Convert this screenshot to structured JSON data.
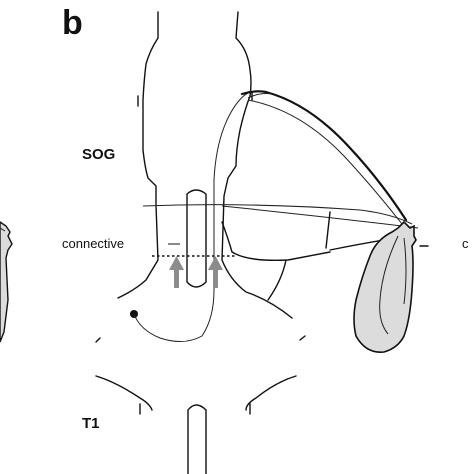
{
  "figure": {
    "panel_label": "b",
    "labels": {
      "sog": "SOG",
      "connective": "connective",
      "t1": "T1",
      "right_edge_fragment": "c"
    }
  }
}
